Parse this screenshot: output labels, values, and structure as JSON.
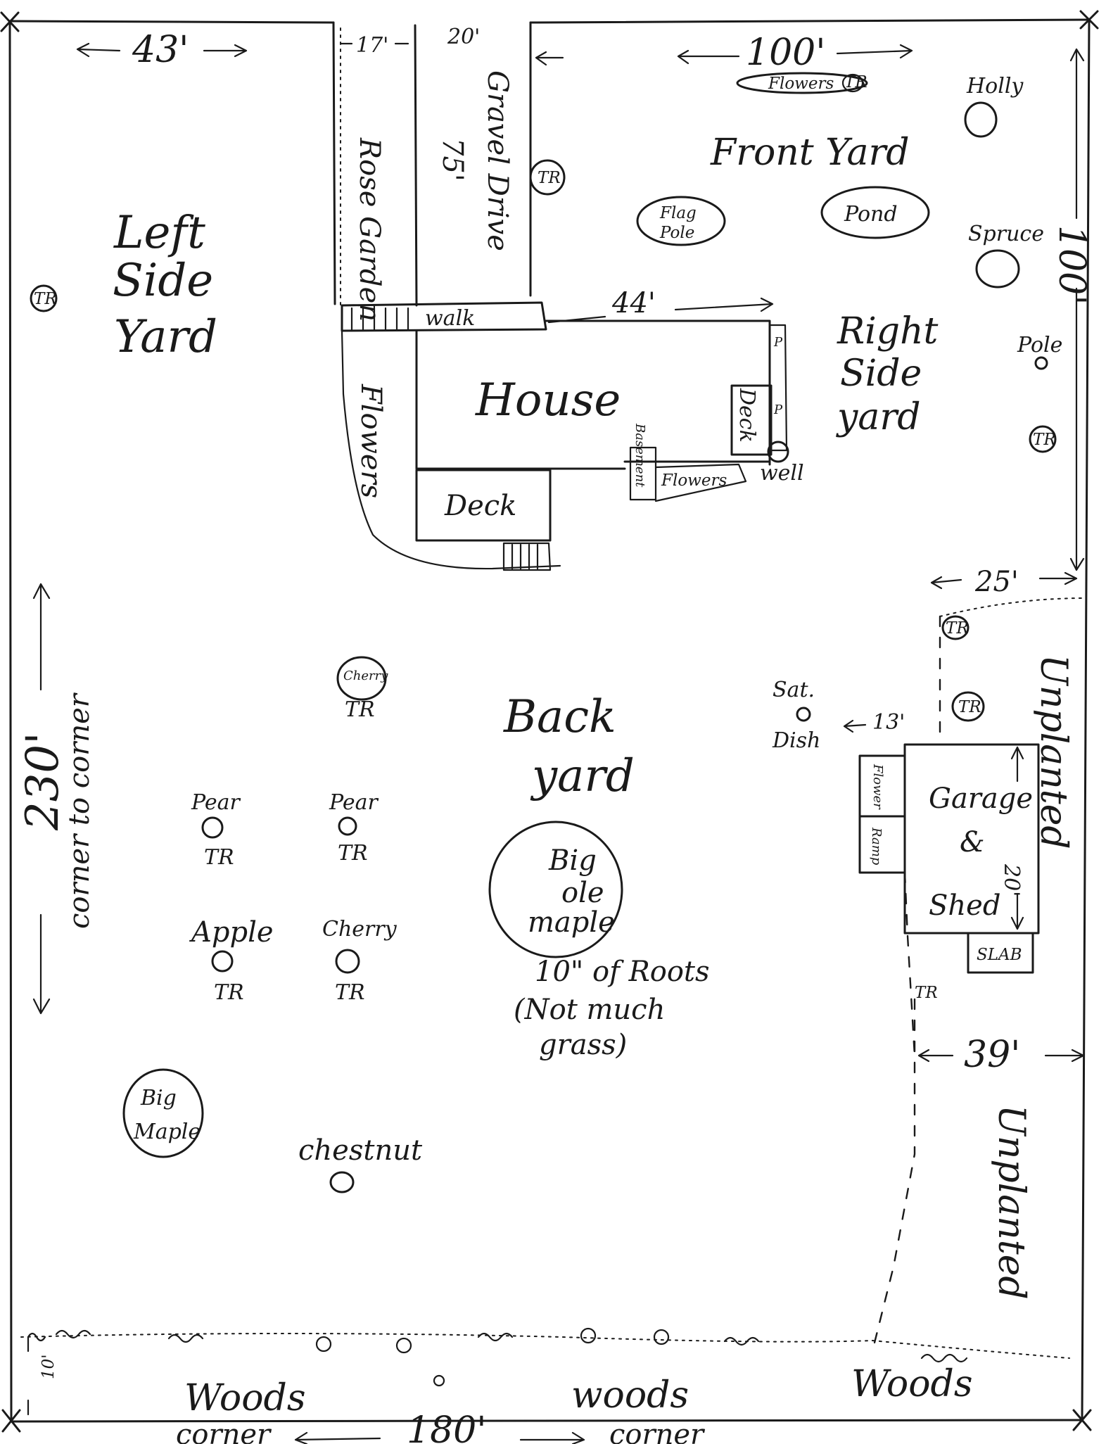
{
  "dimensions": {
    "left_side_width": "43'",
    "rose_garden_width": "17'",
    "drive_width": "20'",
    "front_width": "100'",
    "right_side_depth": "100'",
    "drive_length": "75'",
    "walk_length": "44'",
    "garage_to_right_line": "25'",
    "sat_to_garage": "13'",
    "garage_depth": "20'",
    "back_to_right_line": "39'",
    "total_depth": "230'",
    "total_depth_note": "corner to corner",
    "bottom_width": "180'",
    "woods_strip": "10'",
    "corner_left": "corner",
    "corner_right": "corner"
  },
  "areas": {
    "left_side_yard": [
      "Left",
      "Side",
      "Yard"
    ],
    "front_yard": "Front Yard",
    "right_side_yard": [
      "Right",
      "Side",
      "yard"
    ],
    "back_yard": [
      "Back",
      "yard"
    ],
    "unplanted_top": "Unplanted",
    "unplanted_bottom": "Unplanted",
    "woods": [
      "Woods",
      "woods",
      "Woods"
    ]
  },
  "structures": {
    "house": "House",
    "gravel_drive": "Gravel Drive",
    "rose_garden": "Rose Garden",
    "walk": "walk",
    "deck_back": "Deck",
    "deck_side": "Deck",
    "basement": "Basement",
    "flowers_side": "Flowers",
    "flowers_house": "Flowers",
    "well": "well",
    "garage": [
      "Garage",
      "&",
      "Shed"
    ],
    "flower_box": "Flower",
    "ramp": "Ramp",
    "slab": "SLAB",
    "sat_dish": [
      "Sat.",
      "Dish"
    ],
    "pole": "Pole",
    "pole_marker": "P"
  },
  "plants": {
    "holly": "Holly",
    "spruce": "Spruce",
    "flag_pole": [
      "Flag",
      "Pole"
    ],
    "pond": "Pond",
    "flowers_front": "Flowers",
    "cherry_1": "Cherry",
    "pear_1": "Pear",
    "pear_2": "Pear",
    "apple": "Apple",
    "cherry_2": "Cherry",
    "big_ole_maple": [
      "Big",
      "ole",
      "maple"
    ],
    "roots_note": [
      "10\" of Roots",
      "(Not much",
      "grass)"
    ],
    "big_maple": [
      "Big",
      "Maple"
    ],
    "chestnut": "chestnut",
    "tree_marker": "TR"
  }
}
